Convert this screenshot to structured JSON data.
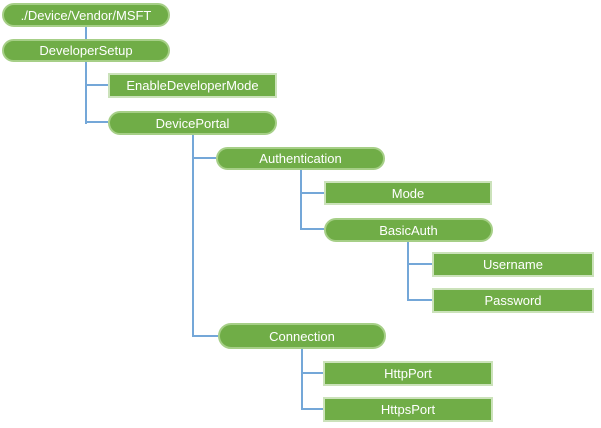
{
  "tree": {
    "nodes": [
      {
        "id": "root",
        "label": "./Device/Vendor/MSFT",
        "shape": "pill",
        "parent": null
      },
      {
        "id": "developer-setup",
        "label": "DeveloperSetup",
        "shape": "pill",
        "parent": "root"
      },
      {
        "id": "enable-developer-mode",
        "label": "EnableDeveloperMode",
        "shape": "rect",
        "parent": "developer-setup"
      },
      {
        "id": "device-portal",
        "label": "DevicePortal",
        "shape": "pill",
        "parent": "developer-setup"
      },
      {
        "id": "authentication",
        "label": "Authentication",
        "shape": "pill",
        "parent": "device-portal"
      },
      {
        "id": "mode",
        "label": "Mode",
        "shape": "rect",
        "parent": "authentication"
      },
      {
        "id": "basic-auth",
        "label": "BasicAuth",
        "shape": "pill",
        "parent": "authentication"
      },
      {
        "id": "username",
        "label": "Username",
        "shape": "rect",
        "parent": "basic-auth"
      },
      {
        "id": "password",
        "label": "Password",
        "shape": "rect",
        "parent": "basic-auth"
      },
      {
        "id": "connection",
        "label": "Connection",
        "shape": "pill",
        "parent": "device-portal"
      },
      {
        "id": "http-port",
        "label": "HttpPort",
        "shape": "rect",
        "parent": "connection"
      },
      {
        "id": "https-port",
        "label": "HttpsPort",
        "shape": "rect",
        "parent": "connection"
      }
    ]
  },
  "colors": {
    "node_fill": "#70AD47",
    "pill_border": "#A6CF87",
    "rect_border": "#CBE2BA",
    "connector": "#74A7D8",
    "text": "#FFFFFF",
    "background": "#FFFFFF"
  }
}
